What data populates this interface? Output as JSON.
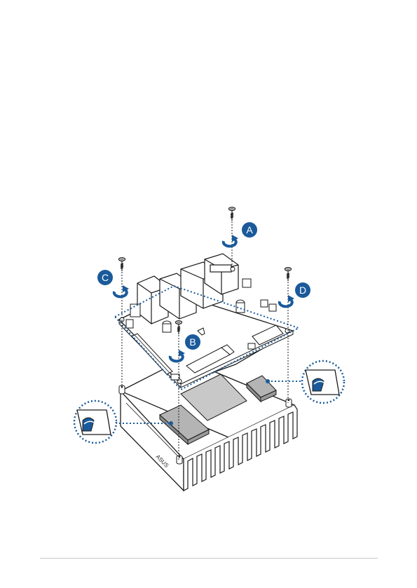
{
  "diagram": {
    "step_labels": {
      "a": "A",
      "b": "B",
      "c": "C",
      "d": "D"
    },
    "heatsink_brand_mark": "ASUS",
    "colors": {
      "accent": "#1a5a9a",
      "line": "#1a1a1a",
      "thermal_pad": "#b4b4b4",
      "background": "#ffffff"
    },
    "icons": [
      "screw-icon",
      "rotate-arrow-icon",
      "peel-film-icon",
      "thermal-pad"
    ]
  }
}
